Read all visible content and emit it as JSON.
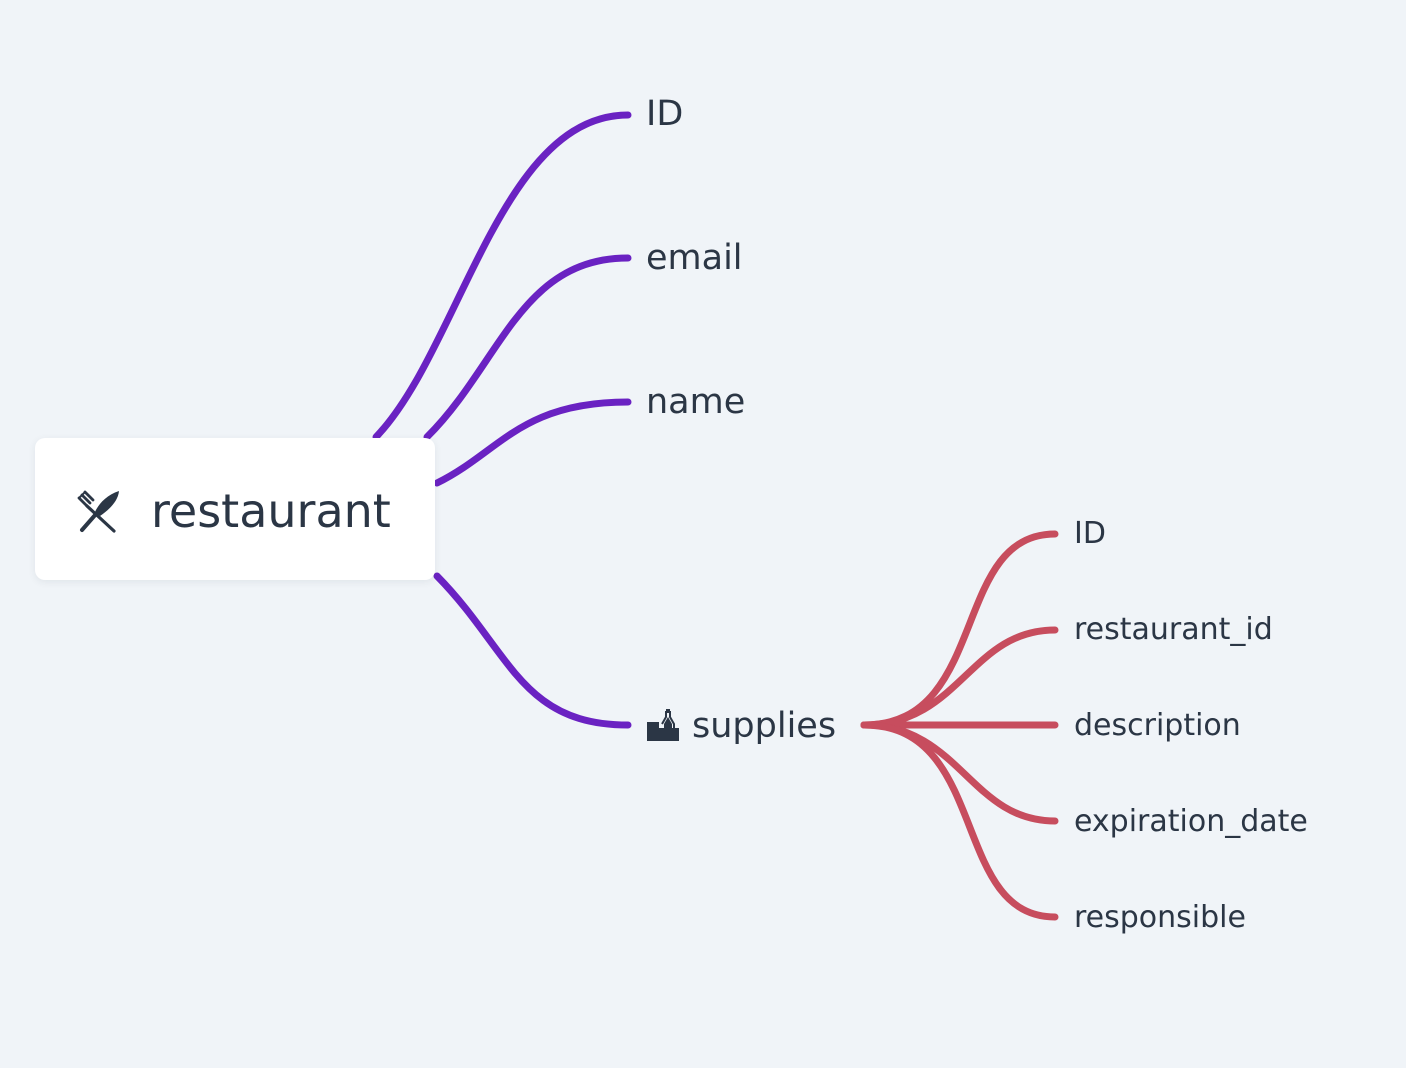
{
  "diagram": {
    "root": {
      "label": "restaurant",
      "icon": "fork-and-knife-icon"
    },
    "colors": {
      "level1_edge": "#6a22c2",
      "level2_edge": "#c74d5e",
      "text": "#2b3645",
      "background": "#f0f4f8",
      "root_card": "#ffffff"
    },
    "children": [
      {
        "label": "ID"
      },
      {
        "label": "email"
      },
      {
        "label": "name"
      },
      {
        "label": "supplies",
        "icon": "supplies-box-icon",
        "children": [
          {
            "label": "ID"
          },
          {
            "label": "restaurant_id"
          },
          {
            "label": "description"
          },
          {
            "label": "expiration_date"
          },
          {
            "label": "responsible"
          }
        ]
      }
    ]
  }
}
